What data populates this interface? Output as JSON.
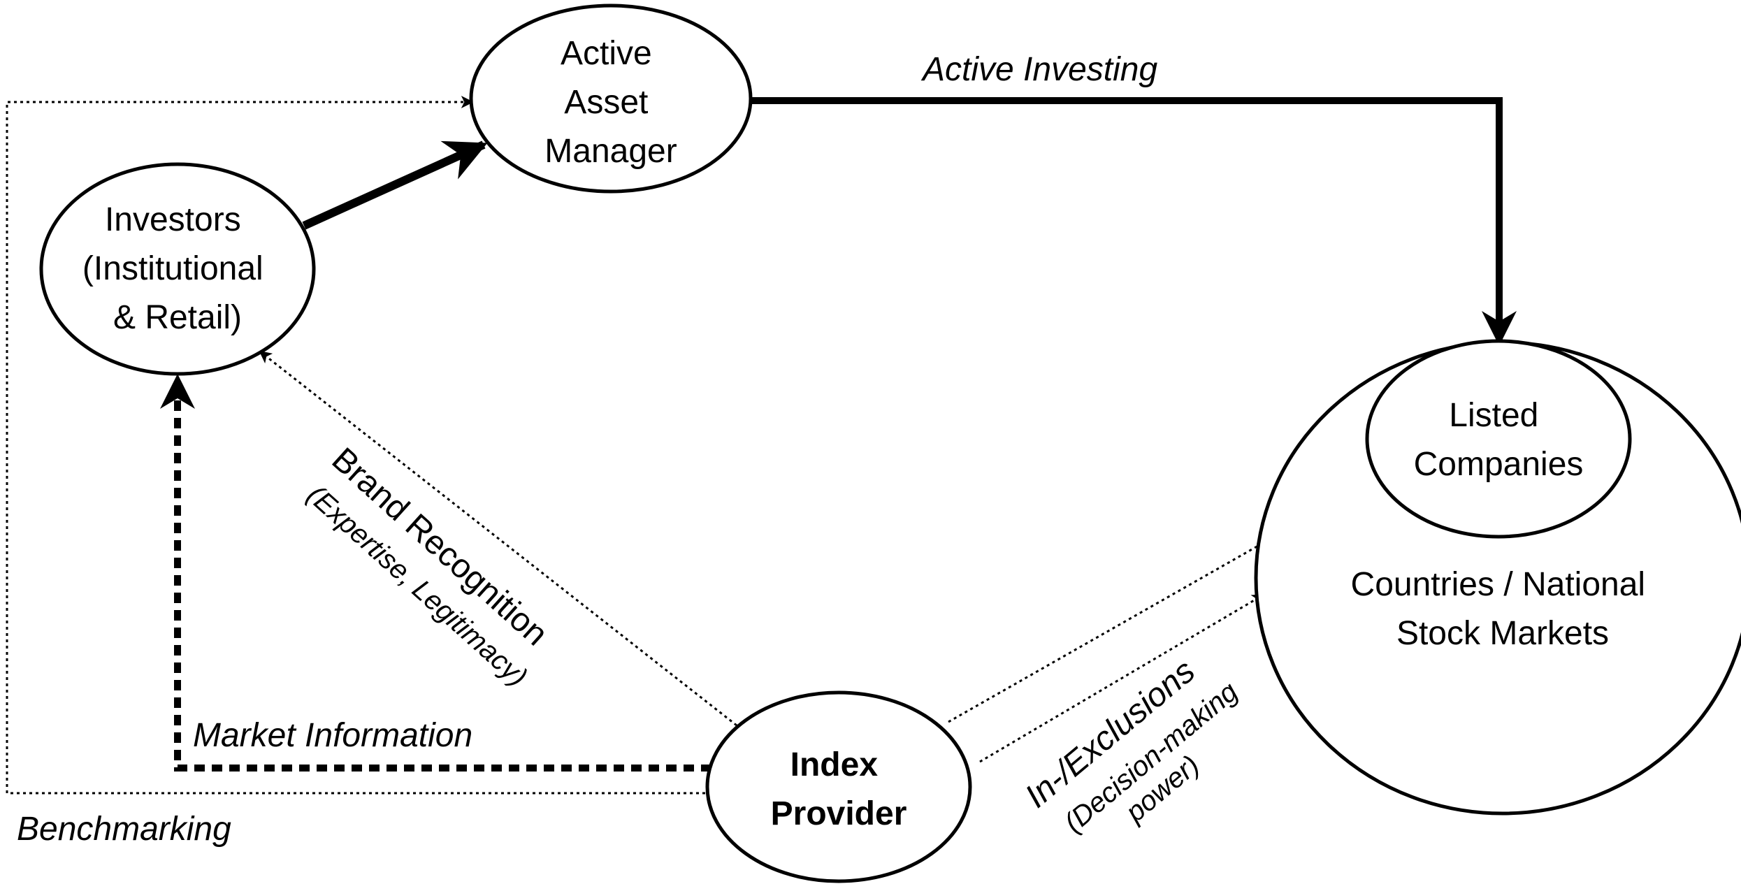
{
  "nodes": {
    "active_asset_manager": [
      "Active",
      "Asset",
      "Manager"
    ],
    "investors": [
      "Investors",
      "(Institutional",
      "& Retail)"
    ],
    "listed_companies": [
      "Listed",
      "Companies"
    ],
    "countries": [
      "Countries / National",
      "Stock Markets"
    ],
    "index_provider": [
      "Index",
      "Provider"
    ]
  },
  "edges": {
    "active_investing": "Active Investing",
    "brand_recognition": "Brand Recognition",
    "brand_recognition_sub": "(Expertise, Legitimacy)",
    "market_information": "Market Information",
    "benchmarking": "Benchmarking",
    "in_exclusions": "In-/Exclusions",
    "in_exclusions_sub_1": "(Decision-making",
    "in_exclusions_sub_2": "power)"
  }
}
